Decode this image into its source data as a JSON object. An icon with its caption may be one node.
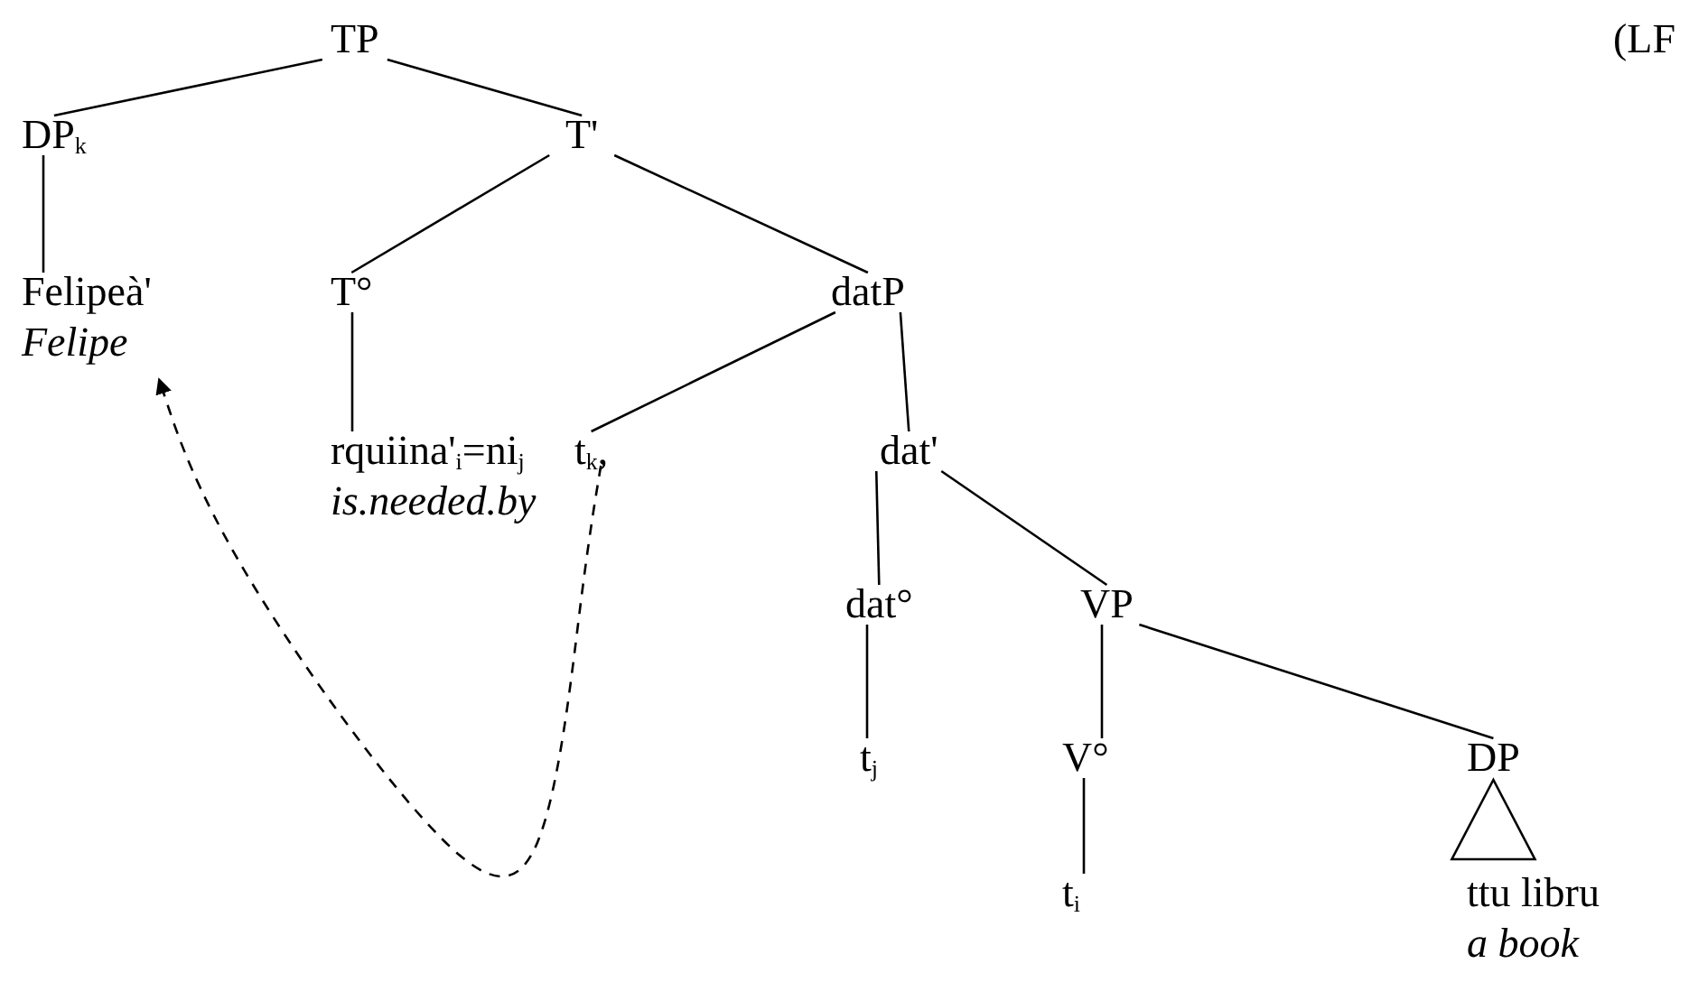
{
  "diagram": {
    "nodes": [
      {
        "text": [
          "TP"
        ]
      },
      {
        "text": [
          "DP$_{k}$"
        ]
      },
      {
        "text": [
          "T'"
        ]
      },
      {
        "text": [
          "Felipeà'",
          "Felipe"
        ]
      },
      {
        "text": [
          "T°"
        ]
      },
      {
        "text": [
          "datP"
        ]
      },
      {
        "text": [
          "rquiina'$_{i}$=ni$_{j}$",
          "is.needed.by"
        ]
      },
      {
        "text": [
          "t$_{k}$,"
        ]
      },
      {
        "text": [
          "dat'"
        ]
      },
      {
        "text": [
          "dat°"
        ]
      },
      {
        "text": [
          "VP"
        ]
      },
      {
        "text": [
          "t$_{j}$"
        ]
      },
      {
        "text": [
          "V°"
        ]
      },
      {
        "text": [
          "DP"
        ]
      },
      {
        "text": [
          "t$_{i}$"
        ]
      },
      {
        "text": [
          "ttu libru",
          "a book"
        ]
      }
    ],
    "edges": [
      {
        "from": 0,
        "to": 1,
        "arrow": "none"
      },
      {
        "from": 0,
        "to": 2,
        "arrow": "none"
      },
      {
        "from": 1,
        "to": 3,
        "arrow": "none"
      },
      {
        "from": 2,
        "to": 4,
        "arrow": "none"
      },
      {
        "from": 2,
        "to": 5,
        "arrow": "none"
      },
      {
        "from": 4,
        "to": 6,
        "arrow": "none"
      },
      {
        "from": 5,
        "to": 7,
        "arrow": "none"
      },
      {
        "from": 5,
        "to": 8,
        "arrow": "none"
      },
      {
        "from": 8,
        "to": 9,
        "arrow": "none"
      },
      {
        "from": 8,
        "to": 10,
        "arrow": "none"
      },
      {
        "from": 9,
        "to": 11,
        "arrow": "none"
      },
      {
        "from": 10,
        "to": 12,
        "arrow": "none"
      },
      {
        "from": 10,
        "to": 13,
        "arrow": "none"
      },
      {
        "from": 12,
        "to": 14,
        "arrow": "none"
      },
      {
        "from": 13,
        "to": 15,
        "arrow": "none"
      },
      {
        "from": 7,
        "to": 3,
        "arrow": "to",
        "style": "dashed"
      }
    ],
    "labels": [
      "(LF"
    ]
  }
}
